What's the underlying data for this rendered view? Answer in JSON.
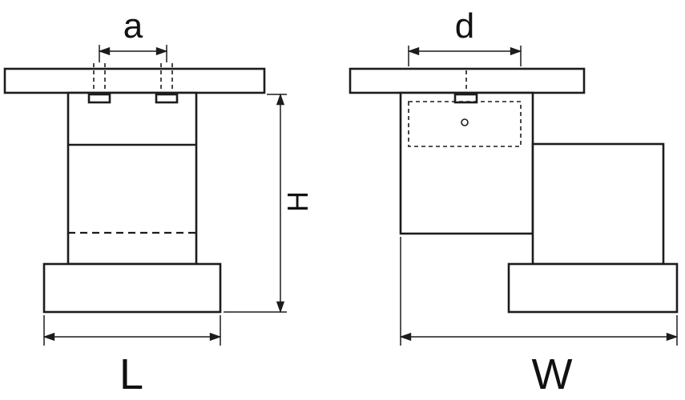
{
  "figure": {
    "labels": {
      "a": "a",
      "d": "d",
      "H": "H",
      "L": "L",
      "W": "W"
    },
    "colors": {
      "line": "#1c1c1c",
      "background": "#ffffff"
    }
  }
}
